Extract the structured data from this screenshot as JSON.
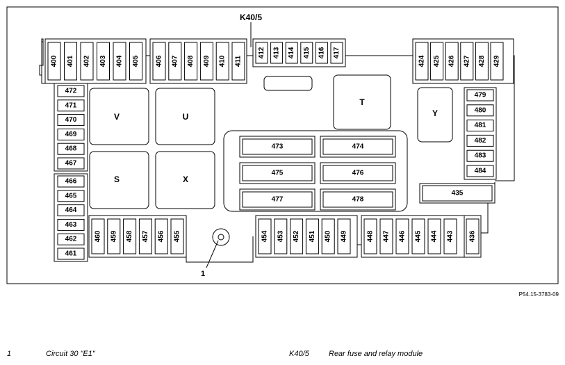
{
  "diagram": {
    "main_label": "K40/5",
    "callout_label": "1",
    "figure_id": "P54.15-3783-09",
    "fuse_groups": [
      {
        "name": "top-group-400",
        "fuses": [
          "400",
          "401",
          "402",
          "403",
          "404",
          "405"
        ]
      },
      {
        "name": "top-group-406",
        "fuses": [
          "406",
          "407",
          "408",
          "409",
          "410",
          "411"
        ]
      },
      {
        "name": "top-group-412",
        "fuses": [
          "412",
          "413",
          "414",
          "415",
          "416",
          "417"
        ]
      },
      {
        "name": "top-group-424",
        "fuses": [
          "424",
          "425",
          "426",
          "427",
          "428",
          "429"
        ]
      },
      {
        "name": "left-group-472",
        "fuses": [
          "472",
          "471",
          "470",
          "469",
          "468",
          "467"
        ]
      },
      {
        "name": "left-group-466",
        "fuses": [
          "466",
          "465",
          "464",
          "463",
          "462",
          "461"
        ]
      },
      {
        "name": "right-group-479",
        "fuses": [
          "479",
          "480",
          "481",
          "482",
          "483",
          "484"
        ]
      },
      {
        "name": "bottom-group-460",
        "fuses": [
          "460",
          "459",
          "458",
          "457",
          "456",
          "455"
        ]
      },
      {
        "name": "bottom-group-454",
        "fuses": [
          "454",
          "453",
          "452",
          "451",
          "450",
          "449"
        ]
      },
      {
        "name": "bottom-group-448",
        "fuses": [
          "448",
          "447",
          "446",
          "445",
          "444",
          "443"
        ]
      }
    ],
    "single_fuses": [
      "436"
    ],
    "center_fuses": [
      "473",
      "474",
      "475",
      "476",
      "477",
      "478"
    ],
    "wide_fuse": "435",
    "relays": [
      "V",
      "U",
      "S",
      "X",
      "T",
      "Y"
    ]
  },
  "legend": [
    {
      "code": "1",
      "description": "Circuit 30 \"E1\""
    },
    {
      "code": "K40/5",
      "description": "Rear fuse and relay module"
    }
  ]
}
